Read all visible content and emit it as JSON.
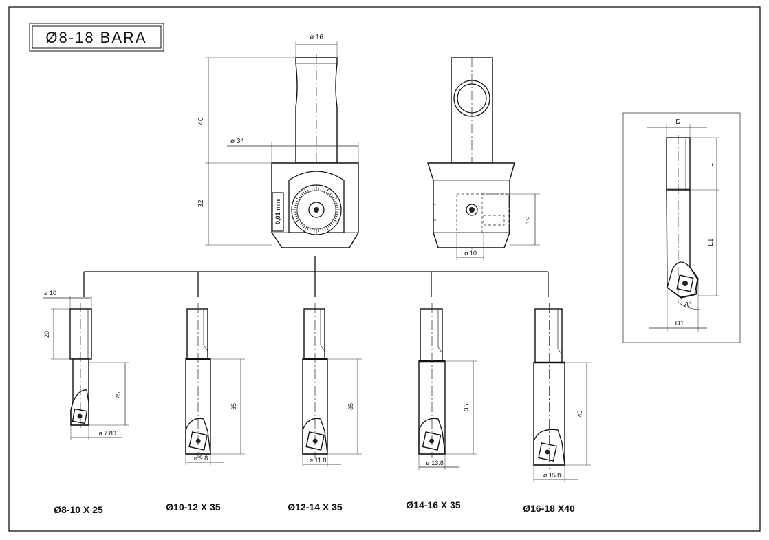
{
  "title": "Ø8-18  BARA",
  "head_dims": {
    "shank_diameter": "ø 16",
    "shank_length": "40",
    "body_diameter": "ø 34",
    "body_height": "32"
  },
  "side_dims": {
    "height": "19",
    "diameter": "ø 10"
  },
  "dial_label": "0,01 mm",
  "generic": {
    "d": "D",
    "l": "L",
    "l1": "L1",
    "d1": "D1",
    "angle": "A°"
  },
  "bars": [
    {
      "shank_d": "ø 10",
      "shank_l": "20",
      "length": "25",
      "bore_d": "ø 7.80",
      "caption": "Ø8-10 X 25"
    },
    {
      "length": "35",
      "bore_d": "ø 9.8",
      "caption": "Ø10-12 X 35"
    },
    {
      "length": "35",
      "bore_d": "ø 11.8",
      "caption": "Ø12-14 X 35"
    },
    {
      "length": "35",
      "bore_d": "ø 13.8",
      "caption": "Ø14-16 X 35"
    },
    {
      "length": "40",
      "bore_d": "ø 15.8",
      "caption": "Ø16-18 X40"
    }
  ]
}
